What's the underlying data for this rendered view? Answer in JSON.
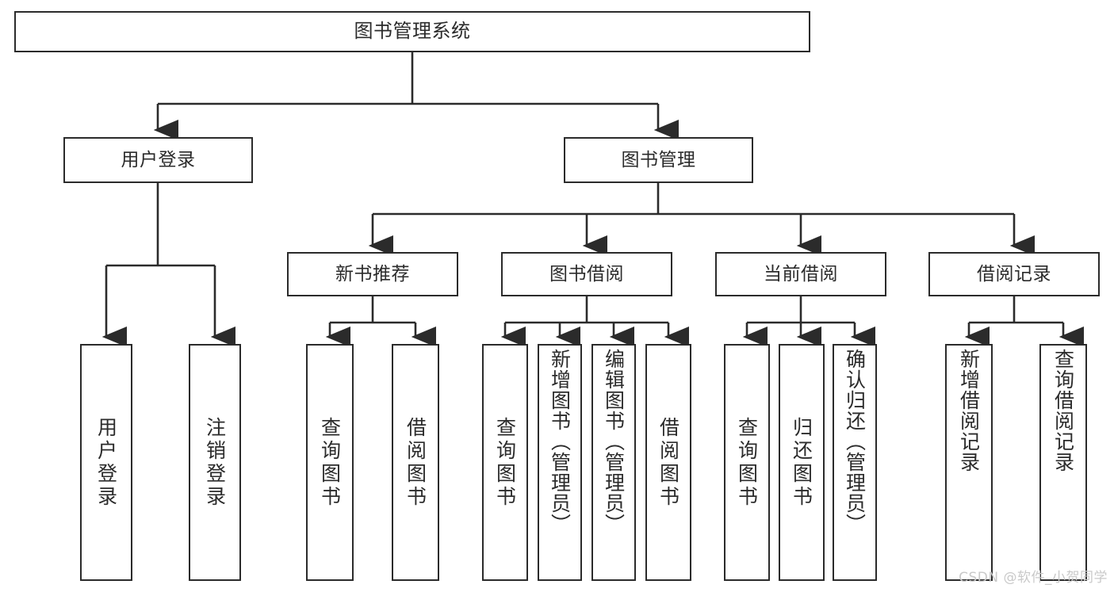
{
  "diagram": {
    "type": "tree-hierarchy",
    "title": "图书管理系统",
    "watermark": "CSDN @软件_小贺同学",
    "colors": {
      "stroke": "#2b2b2b",
      "fill": "#ffffff",
      "background": "#ffffff",
      "watermark": "#c9c9c9"
    },
    "levels": {
      "root": [
        "图书管理系统"
      ],
      "level2": [
        "用户登录",
        "图书管理"
      ],
      "level3": [
        "新书推荐",
        "图书借阅",
        "当前借阅",
        "借阅记录"
      ],
      "leaves": [
        "用户登录",
        "注销登录",
        "查询图书",
        "借阅图书",
        "查询图书",
        "新增图书（管理员）",
        "编辑图书（管理员）",
        "借阅图书",
        "查询图书",
        "归还图书",
        "确认归还（管理员）",
        "新增借阅记录",
        "查询借阅记录"
      ]
    },
    "nodes": {
      "root": {
        "label": "图书管理系统"
      },
      "user_login": {
        "label": "用户登录"
      },
      "book_manage": {
        "label": "图书管理"
      },
      "new_book_rec": {
        "label": "新书推荐"
      },
      "book_borrow": {
        "label": "图书借阅"
      },
      "current_borrow": {
        "label": "当前借阅"
      },
      "borrow_record": {
        "label": "借阅记录"
      },
      "leaf_user_login": {
        "label": "用户登录"
      },
      "leaf_logout": {
        "label": "注销登录"
      },
      "leaf_query_book_1": {
        "label": "查询图书"
      },
      "leaf_borrow_book_1": {
        "label": "借阅图书"
      },
      "leaf_query_book_2": {
        "label": "查询图书"
      },
      "leaf_add_book": {
        "label": "新增图书（管理员）"
      },
      "leaf_edit_book": {
        "label": "编辑图书（管理员）"
      },
      "leaf_borrow_book_2": {
        "label": "借阅图书"
      },
      "leaf_query_book_3": {
        "label": "查询图书"
      },
      "leaf_return_book": {
        "label": "归还图书"
      },
      "leaf_confirm_return": {
        "label": "确认归还（管理员）"
      },
      "leaf_add_record": {
        "label": "新增借阅记录"
      },
      "leaf_query_record": {
        "label": "查询借阅记录"
      }
    }
  }
}
